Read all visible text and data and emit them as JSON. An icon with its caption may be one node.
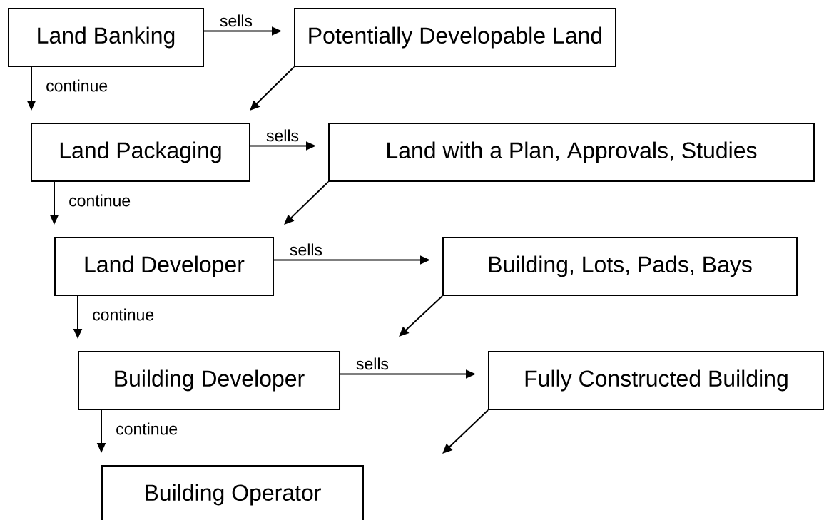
{
  "diagram": {
    "nodes": [
      {
        "text": [
          "Land Banking"
        ]
      },
      {
        "text": [
          "Potentially Developable Land"
        ]
      },
      {
        "text": [
          "Land Packaging"
        ]
      },
      {
        "text": [
          "Land with a Plan, Approvals, Studies"
        ]
      },
      {
        "text": [
          "Land Developer"
        ]
      },
      {
        "text": [
          "Building, Lots, Pads, Bays"
        ]
      },
      {
        "text": [
          "Building Developer"
        ]
      },
      {
        "text": [
          "Fully Constructed Building"
        ]
      },
      {
        "text": [
          "Building Operator"
        ]
      }
    ],
    "edges": [
      {
        "from": 0,
        "to": 1,
        "arrow": "to",
        "label": "sells"
      },
      {
        "from": 0,
        "to": 2,
        "arrow": "to",
        "label": "continue"
      },
      {
        "from": 1,
        "to": 2,
        "arrow": "to"
      },
      {
        "from": 2,
        "to": 3,
        "arrow": "to",
        "label": "sells"
      },
      {
        "from": 2,
        "to": 4,
        "arrow": "to",
        "label": "continue"
      },
      {
        "from": 3,
        "to": 4,
        "arrow": "to"
      },
      {
        "from": 4,
        "to": 5,
        "arrow": "to",
        "label": "sells"
      },
      {
        "from": 4,
        "to": 6,
        "arrow": "to",
        "label": "continue"
      },
      {
        "from": 5,
        "to": null,
        "arrow": "to"
      },
      {
        "from": 6,
        "to": 7,
        "arrow": "to",
        "label": "sells"
      },
      {
        "from": 6,
        "to": 8,
        "arrow": "to",
        "label": "continue"
      },
      {
        "from": 7,
        "to": null,
        "arrow": "to"
      }
    ]
  }
}
